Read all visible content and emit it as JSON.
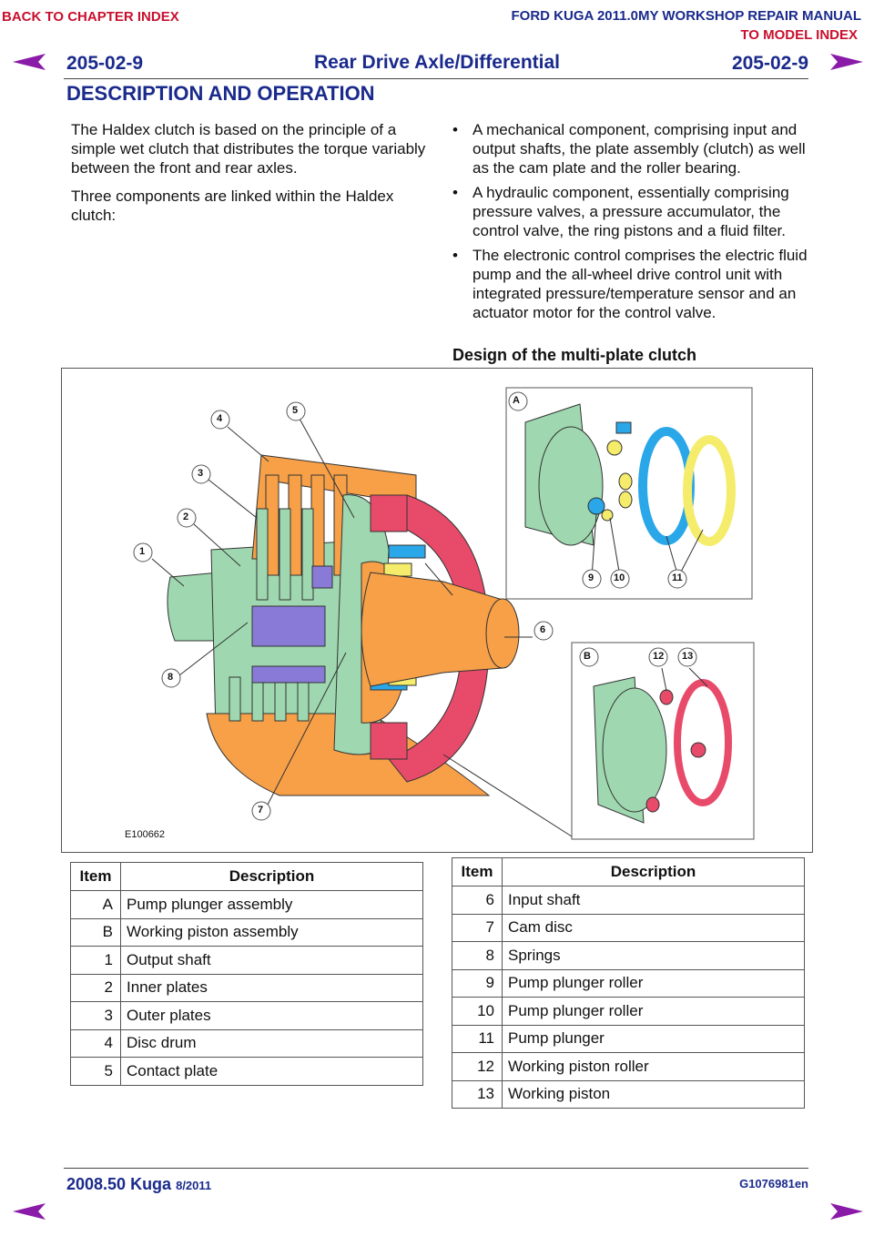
{
  "nav": {
    "back_chapter": "BACK TO CHAPTER INDEX",
    "manual_title": "FORD KUGA 2011.0MY WORKSHOP REPAIR MANUAL",
    "to_model": "TO MODEL INDEX"
  },
  "header": {
    "page_left": "205-02-9",
    "page_right": "205-02-9",
    "title": "Rear Drive Axle/Differential",
    "section": "DESCRIPTION AND OPERATION"
  },
  "intro": {
    "p1": "The Haldex clutch is based on the principle of a simple wet clutch that distributes the torque variably between the front and rear axles.",
    "p2": "Three components are linked within the Haldex clutch:"
  },
  "bullets": [
    "A mechanical component, comprising input and output shafts, the plate assembly (clutch) as well as the cam plate and the roller bearing.",
    "A hydraulic component, essentially comprising pressure valves, a pressure accumulator, the control valve, the ring pistons and a fluid filter.",
    "The electronic control comprises the electric fluid pump and the all-wheel drive control unit with integrated pressure/temperature sensor and an actuator motor for the control valve."
  ],
  "figure": {
    "heading": "Design of the multi-plate clutch",
    "code": "E100662",
    "callouts": [
      "A",
      "B",
      "1",
      "2",
      "3",
      "4",
      "5",
      "6",
      "7",
      "8",
      "9",
      "10",
      "11",
      "12",
      "13"
    ]
  },
  "table_left": {
    "headers": [
      "Item",
      "Description"
    ],
    "rows": [
      [
        "A",
        "Pump plunger assembly"
      ],
      [
        "B",
        "Working piston assembly"
      ],
      [
        "1",
        "Output shaft"
      ],
      [
        "2",
        "Inner plates"
      ],
      [
        "3",
        "Outer plates"
      ],
      [
        "4",
        "Disc drum"
      ],
      [
        "5",
        "Contact plate"
      ]
    ]
  },
  "table_right": {
    "headers": [
      "Item",
      "Description"
    ],
    "rows": [
      [
        "6",
        "Input shaft"
      ],
      [
        "7",
        "Cam disc"
      ],
      [
        "8",
        "Springs"
      ],
      [
        "9",
        "Pump plunger roller"
      ],
      [
        "10",
        "Pump plunger roller"
      ],
      [
        "11",
        "Pump plunger"
      ],
      [
        "12",
        "Working piston roller"
      ],
      [
        "13",
        "Working piston"
      ]
    ]
  },
  "footer": {
    "model": "2008.50 Kuga",
    "date": "8/2011",
    "code": "G1076981en"
  },
  "colors": {
    "nav_red": "#c8102e",
    "header_blue": "#1a2a8c",
    "arrow_purple": "#8a1aa8",
    "orange": "#f7a048",
    "green": "#9fd8b0",
    "pink": "#e84a6a",
    "blue": "#2aa7e8",
    "yellow": "#f4ec6a",
    "purple": "#8a7ad8"
  }
}
